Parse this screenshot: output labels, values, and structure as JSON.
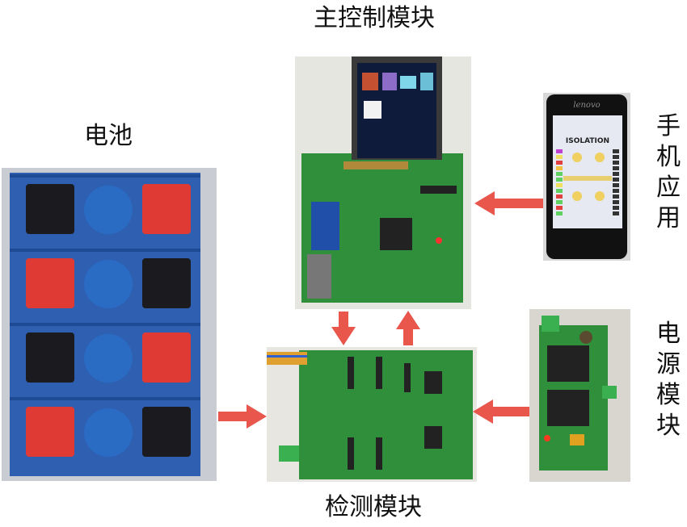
{
  "labels": {
    "main_control": "主控制模块",
    "battery": "电池",
    "phone_app": "手机应用",
    "power_module": "电源模块",
    "detection": "检测模块"
  },
  "photo_lettering": {
    "phone_brand": "lenovo",
    "phone_app_title": "ISOLATION"
  },
  "colors": {
    "arrow": "#e8564c",
    "pcb_green": "#2f8f3a",
    "battery_blue": "#2a6bc4",
    "battery_red": "#e03a35",
    "battery_black": "#1b1b1f"
  }
}
